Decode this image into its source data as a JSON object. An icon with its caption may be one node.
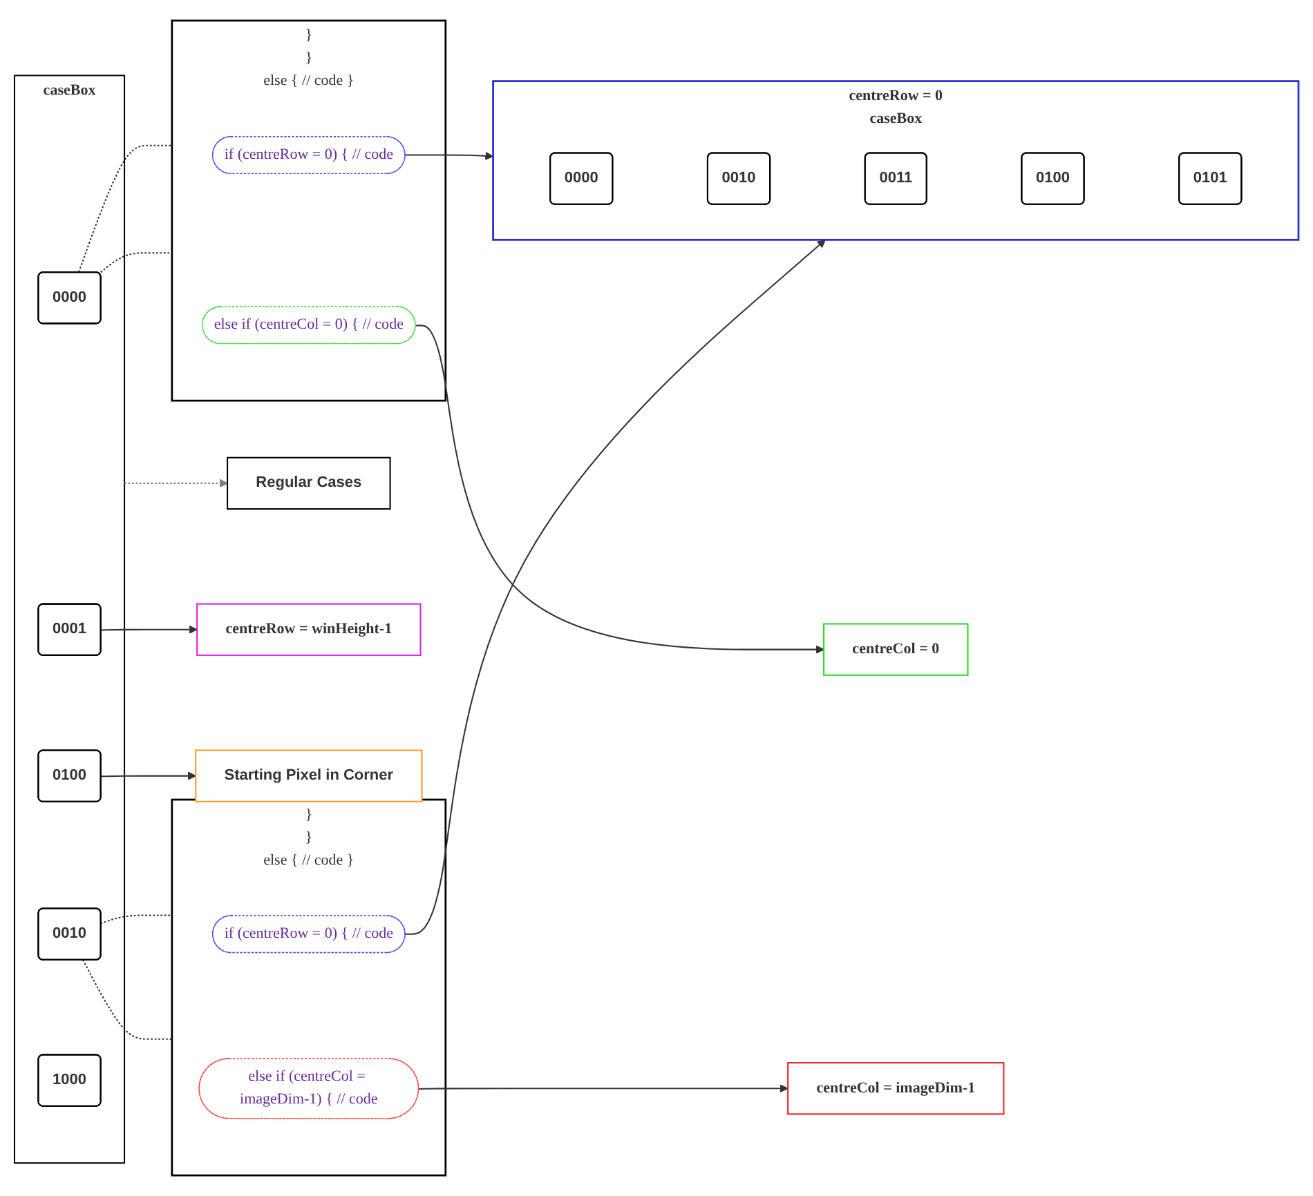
{
  "diagram": {
    "nodes": [
      {
        "text": [
          "caseBox"
        ]
      },
      {
        "text": [
          "0000"
        ],
        "in": 0
      },
      {
        "text": [
          "0001"
        ],
        "in": 0
      },
      {
        "text": [
          "0010"
        ],
        "in": 0
      },
      {
        "text": [
          "0100"
        ],
        "in": 0
      },
      {
        "text": [
          "1000"
        ],
        "in": 0
      },
      {
        "text": [
          "}",
          "}",
          "else { // code }"
        ]
      },
      {
        "text": [
          "if (centreRow = 0) { // code"
        ],
        "in": 6
      },
      {
        "text": [
          "else if (centreCol = 0) { // code"
        ],
        "in": 6
      },
      {
        "text": [
          "Regular Cases"
        ]
      },
      {
        "text": [
          "centreRow = 0",
          "caseBox"
        ]
      },
      {
        "text": [
          "0000"
        ],
        "in": 10
      },
      {
        "text": [
          "0010"
        ],
        "in": 10
      },
      {
        "text": [
          "0011"
        ],
        "in": 10
      },
      {
        "text": [
          "0100"
        ],
        "in": 10
      },
      {
        "text": [
          "0101"
        ],
        "in": 10
      },
      {
        "text": [
          "}",
          "}",
          "else { // code }"
        ]
      },
      {
        "text": [
          "if (centreRow = 0) { // code"
        ],
        "in": 16
      },
      {
        "text": [
          "else if (centreCol = imageDim-1) { // code"
        ],
        "in": 16
      },
      {
        "text": [
          "centreRow = winHeight-1"
        ]
      },
      {
        "text": [
          "centreCol = 0"
        ]
      },
      {
        "text": [
          "centreCol = imageDim-1"
        ]
      },
      {
        "text": [
          "Starting Pixel in Corner"
        ]
      }
    ],
    "edges": [
      {
        "from": 0,
        "to": 9,
        "arrow": "to",
        "style": "dashed",
        "color": "#808080"
      },
      {
        "from": 1,
        "to": 6,
        "arrow": "none",
        "style": "dashed"
      },
      {
        "from": 1,
        "to": 6,
        "arrow": "none",
        "style": "dashed"
      },
      {
        "from": 2,
        "to": 19,
        "arrow": "to"
      },
      {
        "from": 3,
        "to": 16,
        "arrow": "none",
        "style": "dashed"
      },
      {
        "from": 3,
        "to": 16,
        "arrow": "none",
        "style": "dashed"
      },
      {
        "from": 4,
        "to": 22,
        "arrow": "to"
      },
      {
        "from": 7,
        "to": 10,
        "arrow": "to"
      },
      {
        "from": 8,
        "to": 20,
        "arrow": "to"
      },
      {
        "from": 17,
        "to": 10,
        "arrow": "to"
      },
      {
        "from": 18,
        "to": 21,
        "arrow": "to"
      }
    ]
  }
}
